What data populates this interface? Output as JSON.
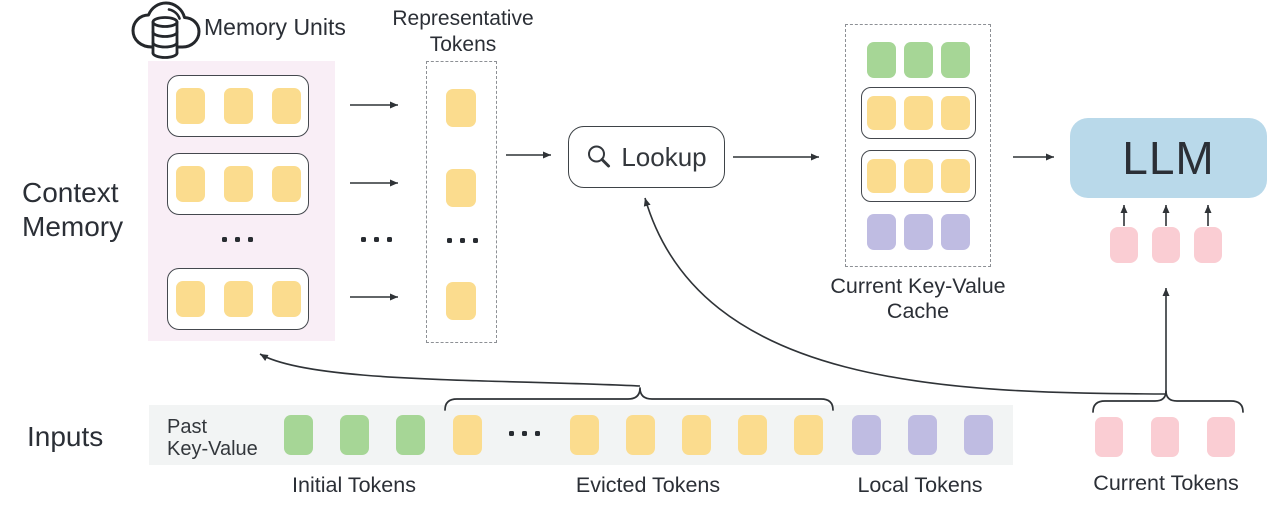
{
  "labels": {
    "context_memory_line1": "Context",
    "context_memory_line2": "Memory",
    "memory_units": "Memory Units",
    "representative_tokens_line1": "Representative",
    "representative_tokens_line2": "Tokens",
    "lookup": "Lookup",
    "current_kv_cache_line1": "Current Key-Value",
    "current_kv_cache_line2": "Cache",
    "llm": "LLM",
    "inputs": "Inputs",
    "past_kv_line1": "Past",
    "past_kv_line2": "Key-Value",
    "initial_tokens": "Initial Tokens",
    "evicted_tokens": "Evicted Tokens",
    "local_tokens": "Local Tokens",
    "current_tokens": "Current Tokens",
    "ellipsis": "..."
  },
  "colors": {
    "yellow": "#FBDC8E",
    "green": "#A6D696",
    "purple": "#BFBCE2",
    "pink": "#FACDD3",
    "llm_blue": "#B9D9EA",
    "memory_panel_pink": "#F9EEF6",
    "input_strip_gray": "#F2F4F4",
    "outline_dark": "#3E4347",
    "arrow": "#2F3337",
    "dashed_border": "#8D9095",
    "text": "#2B2F36"
  },
  "tokens": {
    "mem_row": {
      "count": 3,
      "color": "yellow"
    },
    "rep_single": {
      "count": 1,
      "color": "yellow"
    },
    "cache_green": {
      "count": 3,
      "color": "green"
    },
    "cache_yellow": {
      "count": 3,
      "color": "yellow"
    },
    "cache_purple": {
      "count": 3,
      "color": "purple"
    },
    "strip_green": {
      "count": 3,
      "color": "green"
    },
    "strip_yellow_head": {
      "count": 1,
      "color": "yellow"
    },
    "strip_yellow_tail": {
      "count": 5,
      "color": "yellow"
    },
    "strip_purple": {
      "count": 3,
      "color": "purple"
    },
    "llm_inputs": {
      "count": 3,
      "color": "pink"
    },
    "current": {
      "count": 3,
      "color": "pink"
    }
  },
  "structure": {
    "memory_unit_rows": 3,
    "memory_rows_ellipsis_between": [
      2,
      3
    ],
    "representative_column": [
      "token",
      "token",
      "ellipsis",
      "token"
    ],
    "cache_rows_order": [
      "green-plain",
      "yellow-boxed",
      "yellow-boxed",
      "purple-plain"
    ],
    "input_strip_order": [
      "green x3 (Initial)",
      "yellow x1",
      "ellipsis",
      "yellow x5 (Evicted)",
      "purple x3 (Local)"
    ],
    "flows": [
      "memory rows -> representative tokens",
      "representative tokens -> Lookup",
      "Lookup -> current key-value cache",
      "current key-value cache -> LLM",
      "evicted tokens -> context memory",
      "current tokens -> Lookup",
      "current tokens -> LLM"
    ]
  }
}
